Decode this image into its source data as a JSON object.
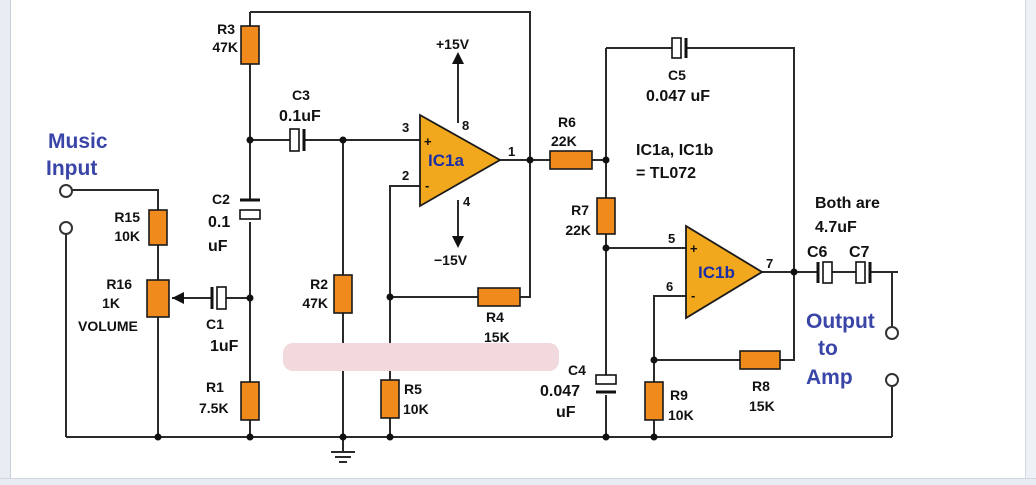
{
  "colors": {
    "resistor": "#f08a1c",
    "opamp": "#f2a81c",
    "label_blue": "#3a45a8",
    "ic_text": "#1b2fa6",
    "wire": "#2a2a2a"
  },
  "labels": {
    "music_input_1": "Music",
    "music_input_2": "Input",
    "output_1": "Output",
    "output_2": "to",
    "output_3": "Amp",
    "ic_note_1": "IC1a, IC1b",
    "ic_note_2": "= TL072",
    "both_are": "Both are",
    "both_value": "4.7uF",
    "plus15": "+15V",
    "minus15": "−15V",
    "volume": "VOLUME"
  },
  "opamps": {
    "ic1a": {
      "name": "IC1a",
      "pin_plus": "3",
      "pin_minus": "2",
      "pin_out": "1",
      "pin_vplus": "8",
      "pin_vminus": "4"
    },
    "ic1b": {
      "name": "IC1b",
      "pin_plus": "5",
      "pin_minus": "6",
      "pin_out": "7"
    }
  },
  "resistors": {
    "r1": {
      "name": "R1",
      "value": "7.5K"
    },
    "r2": {
      "name": "R2",
      "value": "47K"
    },
    "r3": {
      "name": "R3",
      "value": "47K"
    },
    "r4": {
      "name": "R4",
      "value": "15K"
    },
    "r5": {
      "name": "R5",
      "value": "10K"
    },
    "r6": {
      "name": "R6",
      "value": "22K"
    },
    "r7": {
      "name": "R7",
      "value": "22K"
    },
    "r8": {
      "name": "R8",
      "value": "15K"
    },
    "r9": {
      "name": "R9",
      "value": "10K"
    },
    "r15": {
      "name": "R15",
      "value": "10K"
    },
    "r16": {
      "name": "R16",
      "value": "1K"
    }
  },
  "capacitors": {
    "c1": {
      "name": "C1",
      "value": "1uF"
    },
    "c2": {
      "name": "C2",
      "value_1": "0.1",
      "value_2": "uF"
    },
    "c3": {
      "name": "C3",
      "value": "0.1uF"
    },
    "c4": {
      "name": "C4",
      "value_1": "0.047",
      "value_2": "uF"
    },
    "c5": {
      "name": "C5",
      "value": "0.047 uF"
    },
    "c6": {
      "name": "C6"
    },
    "c7": {
      "name": "C7"
    }
  }
}
